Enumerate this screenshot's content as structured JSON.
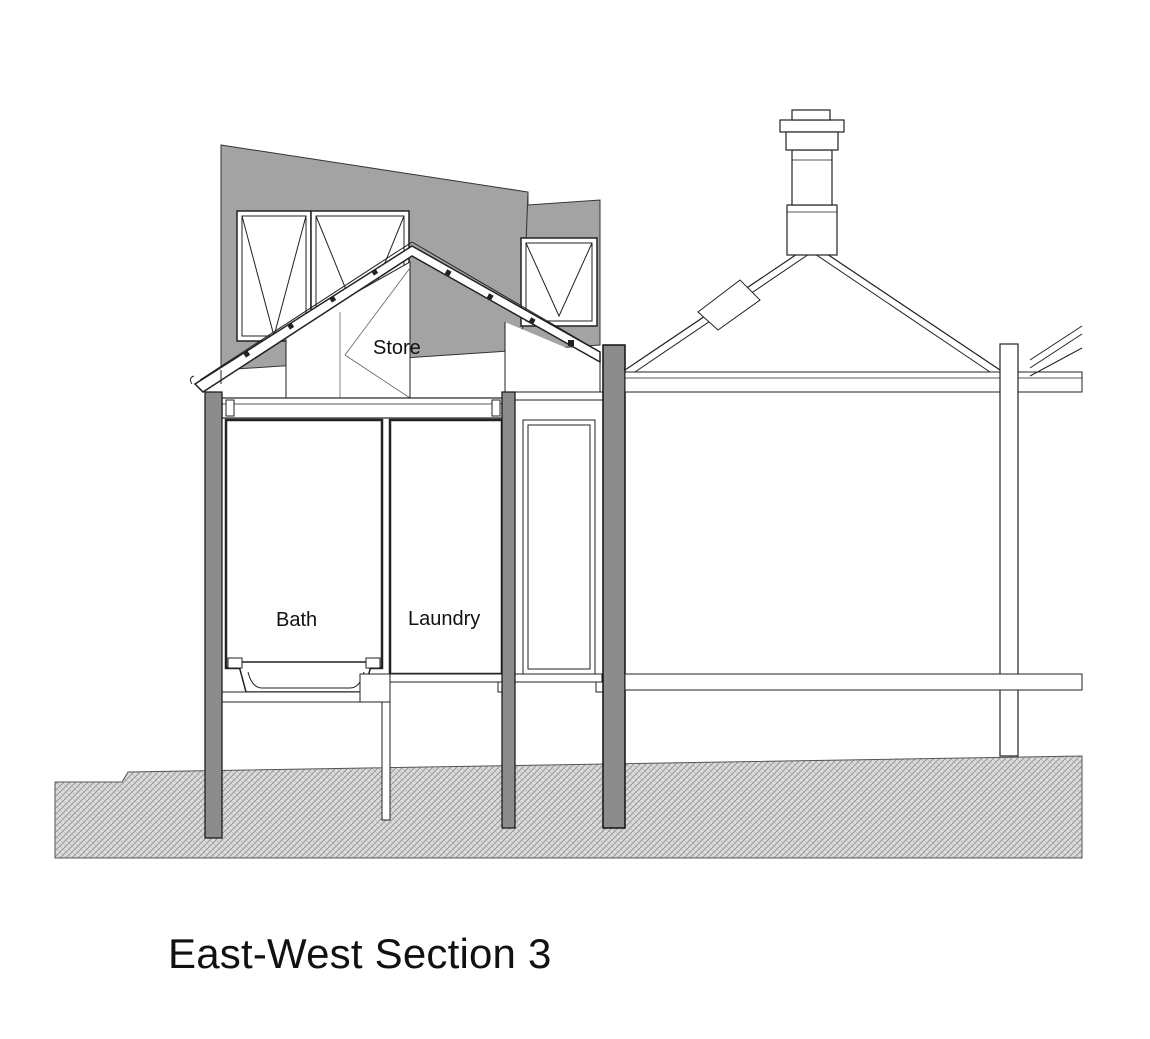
{
  "caption": "East-West Section 3",
  "rooms": {
    "store": "Store",
    "bath": "Bath",
    "laundry": "Laundry"
  },
  "colors": {
    "wall_fill": "#8c8c8c",
    "gable_fill": "#a6a6a6",
    "ground_hatch": "#9a9a9a",
    "line": "#222222"
  }
}
